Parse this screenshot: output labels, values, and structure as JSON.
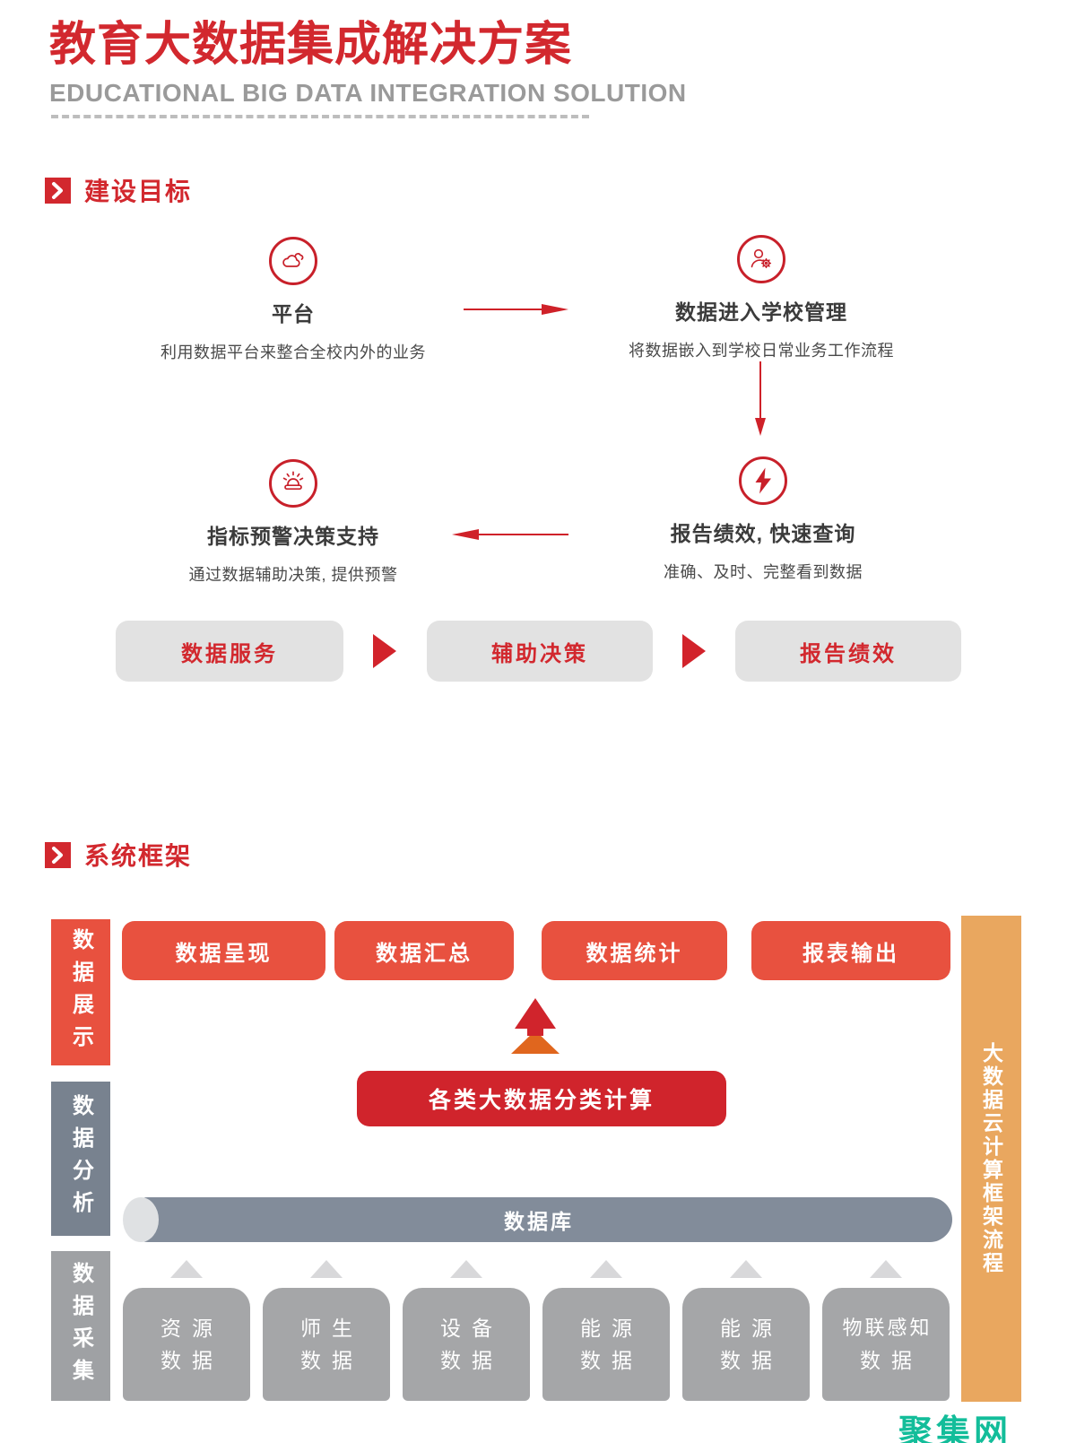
{
  "page": {
    "title": "教育大数据集成解决方案",
    "subtitle": "EDUCATIONAL BIG DATA INTEGRATION SOLUTION"
  },
  "sections": {
    "goals_label": "建设目标",
    "framework_label": "系统框架"
  },
  "goals": {
    "nodes": [
      {
        "icon": "cloud-icon",
        "title": "平台",
        "desc": "利用数据平台来整合全校内外的业务"
      },
      {
        "icon": "user-gear-icon",
        "title": "数据进入学校管理",
        "desc": "将数据嵌入到学校日常业务工作流程"
      },
      {
        "icon": "alarm-icon",
        "title": "指标预警决策支持",
        "desc": "通过数据辅助决策, 提供预警"
      },
      {
        "icon": "lightning-icon",
        "title": "报告绩效, 快速查询",
        "desc": "准确、及时、完整看到数据"
      }
    ],
    "pills": [
      "数据服务",
      "辅助决策",
      "报告绩效"
    ]
  },
  "framework": {
    "layers": [
      {
        "label": "数据展示",
        "color": "#e8513f"
      },
      {
        "label": "数据分析",
        "color": "#78828f"
      },
      {
        "label": "数据采集",
        "color": "#9fa1a4"
      }
    ],
    "top_boxes": [
      "数据呈现",
      "数据汇总",
      "数据统计",
      "报表输出"
    ],
    "compute_box": "各类大数据分类计算",
    "database_label": "数据库",
    "source_boxes": [
      {
        "line1": "资源",
        "line2": "数据"
      },
      {
        "line1": "师生",
        "line2": "数据"
      },
      {
        "line1": "设备",
        "line2": "数据"
      },
      {
        "line1": "能源",
        "line2": "数据"
      },
      {
        "line1": "能源",
        "line2": "数据"
      },
      {
        "line1": "物联感知",
        "line2": "数据"
      }
    ],
    "right_bar_label": "大数据云计算框架流程"
  },
  "watermark": "聚集网",
  "colors": {
    "brand_red": "#d2282e",
    "coral": "#e8513f",
    "crimson": "#d0242c",
    "orange_triangle": "#e0661e",
    "slate_gray": "#78828f",
    "cylinder_gray": "#828c9a",
    "collect_gray": "#9fa1a4",
    "source_box_gray": "#a5a6a8",
    "pill_gray": "#e2e2e2",
    "right_bar_orange": "#e9a75f",
    "watermark_teal": "#13bd9a"
  }
}
